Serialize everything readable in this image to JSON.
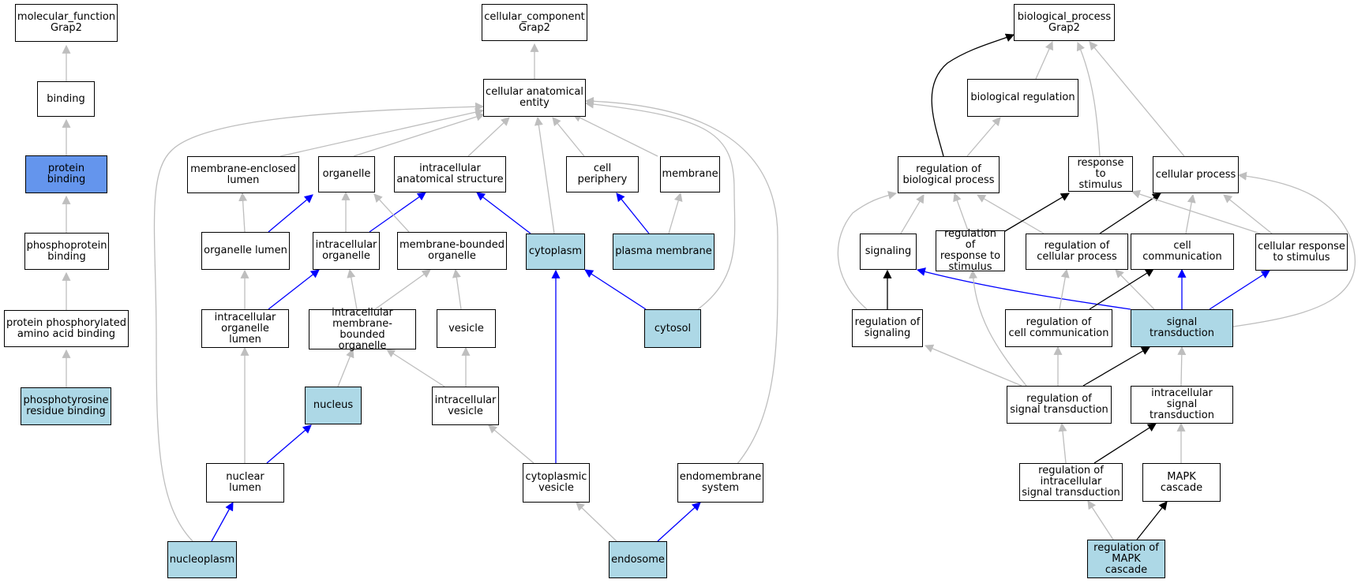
{
  "colors": {
    "ancestor_edge": "#bebebe",
    "part_of_edge": "#0000ff",
    "regulates_edge": "#000000",
    "term_fill": "#add8e6",
    "focus_fill": "#6495ed"
  },
  "nodes": {
    "mf_root": "molecular_function\nGrap2",
    "binding": "binding",
    "protein_binding": "protein binding",
    "phosphoprotein_binding": "phosphoprotein\nbinding",
    "phospho_aa_binding": "protein phosphorylated\namino acid binding",
    "phosphotyrosine_binding": "phosphotyrosine\nresidue binding",
    "cc_root": "cellular_component\nGrap2",
    "cae": "cellular anatomical\nentity",
    "mel": "membrane-enclosed\nlumen",
    "organelle": "organelle",
    "ias": "intracellular\nanatomical structure",
    "cell_periphery": "cell periphery",
    "membrane": "membrane",
    "organelle_lumen": "organelle lumen",
    "intracellular_organelle": "intracellular\norganelle",
    "mbo": "membrane-bounded\norganelle",
    "cytoplasm": "cytoplasm",
    "plasma_membrane": "plasma membrane",
    "iol": "intracellular\norganelle lumen",
    "imbo": "intracellular\nmembrane-bounded\norganelle",
    "vesicle": "vesicle",
    "cytosol": "cytosol",
    "nucleus": "nucleus",
    "intracellular_vesicle": "intracellular\nvesicle",
    "nuclear_lumen": "nuclear lumen",
    "cytoplasmic_vesicle": "cytoplasmic\nvesicle",
    "endomembrane_system": "endomembrane\nsystem",
    "nucleoplasm": "nucleoplasm",
    "endosome": "endosome",
    "bp_root": "biological_process\nGrap2",
    "biological_regulation": "biological regulation",
    "rbp": "regulation of\nbiological process",
    "response_to_stimulus": "response to\nstimulus",
    "cellular_process": "cellular process",
    "signaling": "signaling",
    "rrs": "regulation of\nresponse to\nstimulus",
    "rcp": "regulation of\ncellular process",
    "cell_communication": "cell communication",
    "crs": "cellular response\nto stimulus",
    "reg_signaling": "regulation of\nsignaling",
    "rcc": "regulation of\ncell communication",
    "signal_transduction": "signal transduction",
    "rst": "regulation of\nsignal transduction",
    "ist": "intracellular\nsignal transduction",
    "rist": "regulation of\nintracellular\nsignal transduction",
    "mapk_cascade": "MAPK cascade",
    "rmapk": "regulation of\nMAPK cascade"
  }
}
